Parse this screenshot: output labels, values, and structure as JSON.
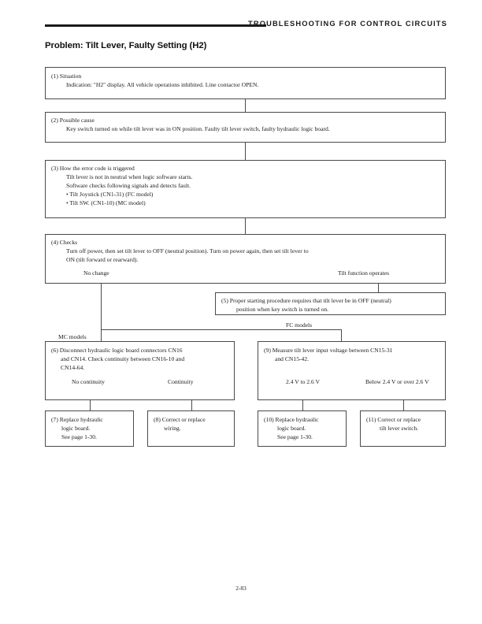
{
  "header": {
    "running_title": "TROUBLESHOOTING  FOR  CONTROL  CIRCUITS"
  },
  "title": "Problem: Tilt Lever, Faulty Setting (H2)",
  "footer": {
    "page_number": "2-83"
  },
  "flowchart": {
    "boxes": {
      "situation": {
        "heading": "(1) Situation",
        "line1": "Indication: \"H2\" display. All vehicle operations inhibited. Line contactor OPEN."
      },
      "possible_cause": {
        "heading": "(2) Possible cause",
        "line1": "Key switch turned on while tilt lever was in ON position. Faulty tilt lever switch, faulty hydraulic logic board."
      },
      "trigger": {
        "heading": "(3) How the error code is triggered",
        "line1": "Tilt lever is not in neutral when logic software starts.",
        "line2": "Software checks following signals and detects fault.",
        "line3": "• Tilt Joystick (CN1-31) (FC model)",
        "line4": "• Tilt SW. (CN1-10) (MC model)"
      },
      "checks": {
        "heading": "(4) Checks",
        "line1": "Turn off power, then set tilt lever to OFF (neutral position). Turn on power again, then set tilt lever to",
        "line2": "ON (tilt forward or rearward).",
        "branch_left": "No change",
        "branch_right": "Tilt function operates"
      },
      "proper_start": {
        "line1": "(5) Proper starting procedure requires that tilt lever be in OFF (neutral)",
        "line2": "position when key switch is turned on."
      },
      "mc_check": {
        "line1": "(6) Disconnect hydraulic logic board connectors CN16",
        "line2": "and CN14. Check continuity between CN16-10 and",
        "line3": "CN14-64.",
        "branch_left": "No continuity",
        "branch_right": "Continuity"
      },
      "fc_check": {
        "line1": "(9) Measure tilt lever input voltage between CN15-31",
        "line2": "and CN15-42.",
        "branch_left": "2.4 V to 2.6 V",
        "branch_right": "Below 2.4 V or over 2.6 V"
      },
      "action_7": {
        "line1": "(7) Replace hydraulic",
        "line2": "logic board.",
        "line3": "See page 1-30."
      },
      "action_8": {
        "line1": "(8) Correct or replace",
        "line2": "wiring."
      },
      "action_10": {
        "line1": "(10) Replace hydraulic",
        "line2": "logic board.",
        "line3": "See page 1-30."
      },
      "action_11": {
        "line1": "(11) Correct or replace",
        "line2": "tilt lever switch."
      }
    },
    "labels": {
      "mc_models": "MC models",
      "fc_models": "FC models"
    }
  }
}
